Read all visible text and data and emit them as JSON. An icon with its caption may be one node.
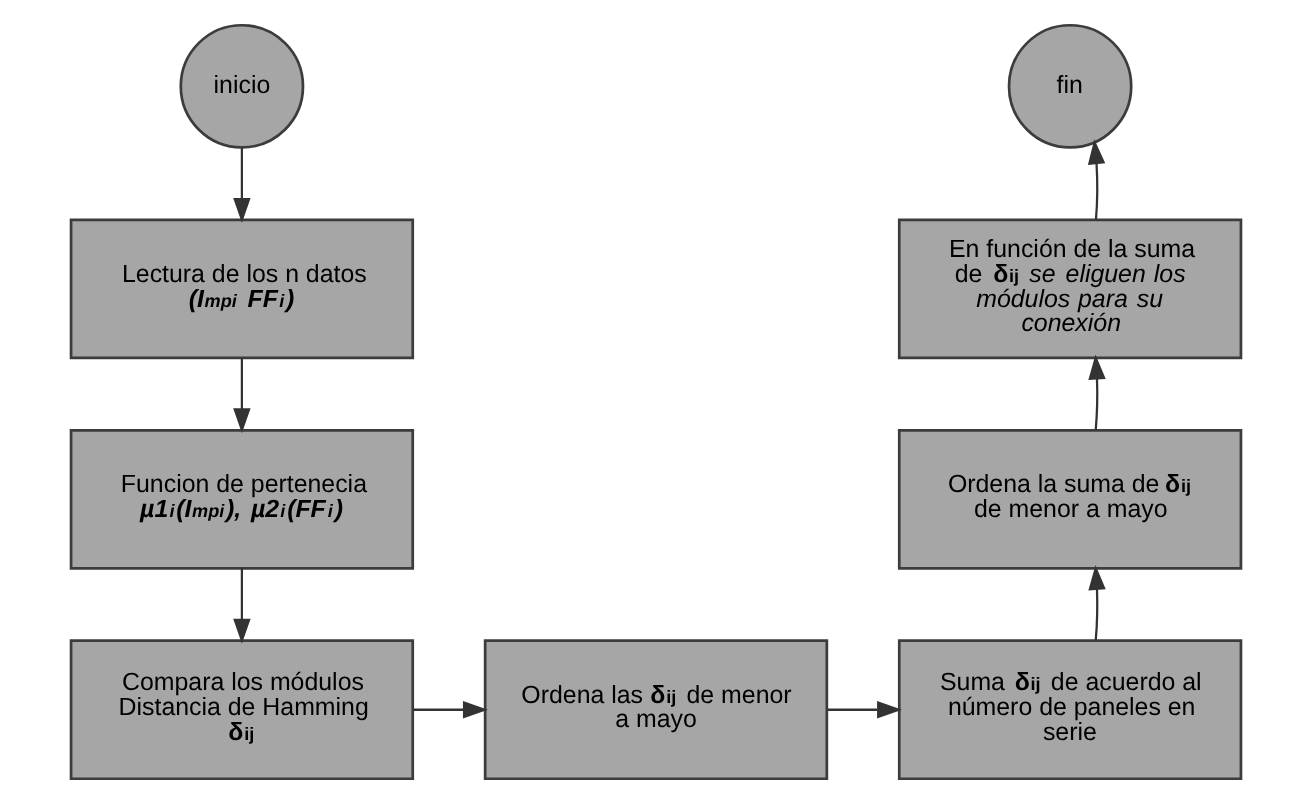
{
  "diagram": {
    "nodes": [
      {
        "text": [
          "inicio"
        ]
      },
      {
        "text": [
          "Lectura de los n datos",
          "(I$_{mpi}$ FF$_{i}$)"
        ]
      },
      {
        "text": [
          "Funcion de pertenecia",
          "µ1$_{i}$(I$_{mpi}$), µ2$_{i}$(FF$_{i}$)"
        ]
      },
      {
        "text": [
          "Compara los módulos Distancia de Hamming **δ$_{ij}$**"
        ]
      },
      {
        "text": [
          "Ordena las **δ$_{ij}$** de menor a mayo"
        ]
      },
      {
        "text": [
          "Suma **δ$_{ij}$** de acuerdo al número de paneles en serie"
        ]
      },
      {
        "text": [
          "Ordena la suma de **δ$_{ij}$** de menor a mayo"
        ]
      },
      {
        "text": [
          "En función de la suma de **δ$_{ij}$** *se eliguen los módulos para su conexión*"
        ]
      },
      {
        "text": [
          "fin"
        ]
      }
    ],
    "edges": [
      {
        "from": 0,
        "to": 1,
        "arrow": "to"
      },
      {
        "from": 1,
        "to": 2,
        "arrow": "to"
      },
      {
        "from": 2,
        "to": 3,
        "arrow": "to"
      },
      {
        "from": 3,
        "to": 4,
        "arrow": "to"
      },
      {
        "from": 4,
        "to": 5,
        "arrow": "to"
      },
      {
        "from": 5,
        "to": 6,
        "arrow": "to"
      },
      {
        "from": 6,
        "to": 7,
        "arrow": "to"
      },
      {
        "from": 7,
        "to": 8,
        "arrow": "to"
      }
    ]
  }
}
